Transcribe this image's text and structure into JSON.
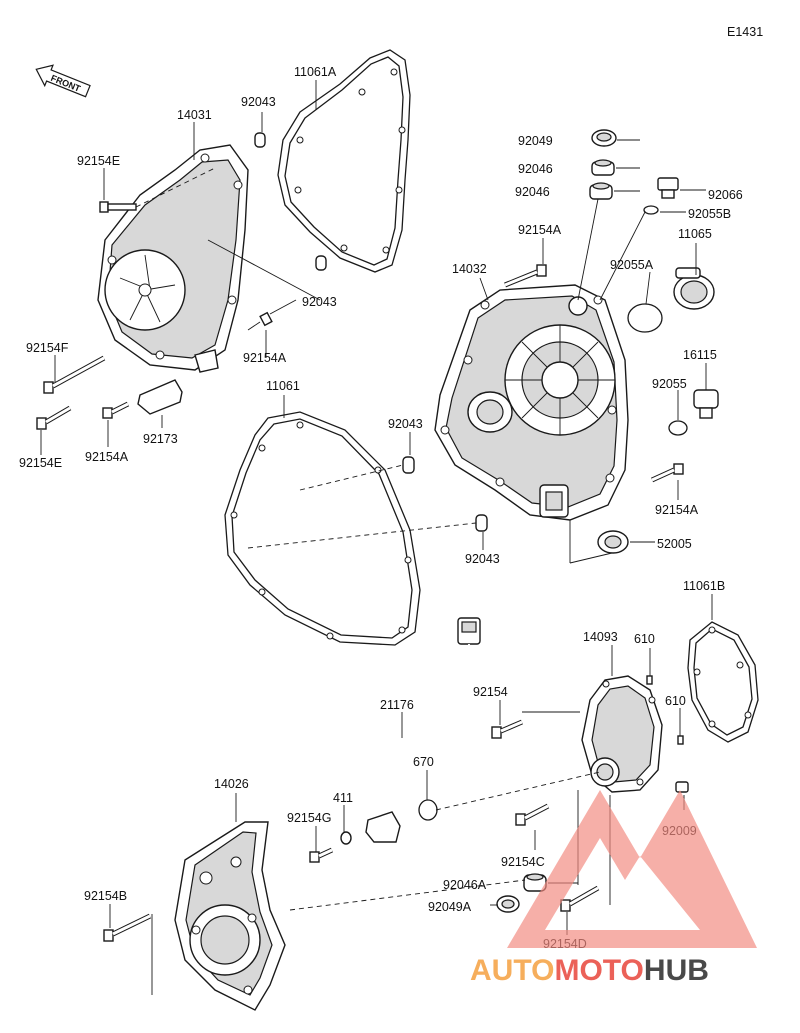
{
  "diagram": {
    "code": "E1431",
    "front_label": "FRONT",
    "labels": [
      {
        "id": "l-11061a",
        "text": "11061A"
      },
      {
        "id": "l-92043-top",
        "text": "92043"
      },
      {
        "id": "l-14031",
        "text": "14031"
      },
      {
        "id": "l-92154e-top",
        "text": "92154E"
      },
      {
        "id": "l-92043-mid",
        "text": "92043"
      },
      {
        "id": "l-92154a-left",
        "text": "92154A"
      },
      {
        "id": "l-92154f",
        "text": "92154F"
      },
      {
        "id": "l-92154e-bot",
        "text": "92154E"
      },
      {
        "id": "l-92154a-bot",
        "text": "92154A"
      },
      {
        "id": "l-92173",
        "text": "92173"
      },
      {
        "id": "l-92049",
        "text": "92049"
      },
      {
        "id": "l-92046-a",
        "text": "92046"
      },
      {
        "id": "l-92046-b",
        "text": "92046"
      },
      {
        "id": "l-92066",
        "text": "92066"
      },
      {
        "id": "l-92055b",
        "text": "92055B"
      },
      {
        "id": "l-92154a-top",
        "text": "92154A"
      },
      {
        "id": "l-14032",
        "text": "14032"
      },
      {
        "id": "l-92055a",
        "text": "92055A"
      },
      {
        "id": "l-11065",
        "text": "11065"
      },
      {
        "id": "l-16115",
        "text": "16115"
      },
      {
        "id": "l-92055",
        "text": "92055"
      },
      {
        "id": "l-11061",
        "text": "11061"
      },
      {
        "id": "l-92043-c",
        "text": "92043"
      },
      {
        "id": "l-92154a-right",
        "text": "92154A"
      },
      {
        "id": "l-52005",
        "text": "52005"
      },
      {
        "id": "l-92043-d",
        "text": "92043"
      },
      {
        "id": "l-11061b",
        "text": "11061B"
      },
      {
        "id": "l-14093",
        "text": "14093"
      },
      {
        "id": "l-610-a",
        "text": "610"
      },
      {
        "id": "l-610-b",
        "text": "610"
      },
      {
        "id": "l-92154",
        "text": "92154"
      },
      {
        "id": "l-21176",
        "text": "21176"
      },
      {
        "id": "l-670",
        "text": "670"
      },
      {
        "id": "l-14026",
        "text": "14026"
      },
      {
        "id": "l-411",
        "text": "411"
      },
      {
        "id": "l-92154g",
        "text": "92154G"
      },
      {
        "id": "l-92009",
        "text": "92009"
      },
      {
        "id": "l-92154c",
        "text": "92154C"
      },
      {
        "id": "l-92046a",
        "text": "92046A"
      },
      {
        "id": "l-92049a",
        "text": "92049A"
      },
      {
        "id": "l-92154b",
        "text": "92154B"
      },
      {
        "id": "l-92154d",
        "text": "92154D"
      }
    ]
  },
  "watermark": {
    "brand_auto": "AUTO",
    "brand_moto": "MOTO",
    "brand_hub": "HUB",
    "color_primary": "#e8463c",
    "color_secondary": "#f5a040",
    "color_dark": "#2a2a2a"
  }
}
